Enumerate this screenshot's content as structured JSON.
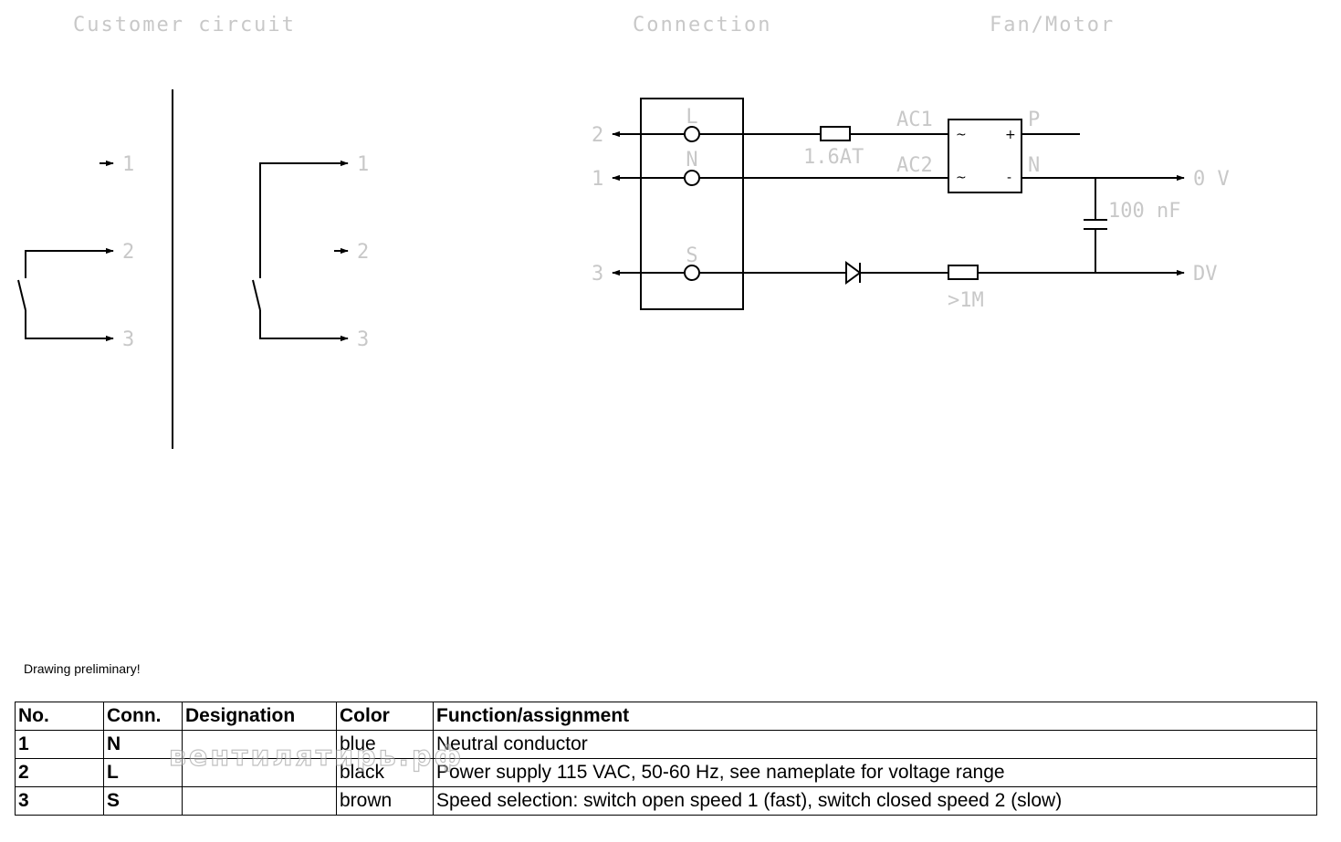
{
  "headings": {
    "customer_circuit": "Customer circuit",
    "connection": "Connection",
    "fan_motor": "Fan/Motor"
  },
  "customer_circuit": {
    "left_pins": [
      "1",
      "2",
      "3"
    ],
    "right_pins": [
      "1",
      "2",
      "3"
    ]
  },
  "connection": {
    "terminals": [
      "L",
      "N",
      "S"
    ],
    "wire_numbers": [
      "2",
      "1",
      "3"
    ],
    "fuse": "1.6AT",
    "rectifier_inputs": [
      "AC1",
      "AC2"
    ],
    "rectifier_outputs": [
      "P",
      "N"
    ],
    "capacitor": "100 nF",
    "resistor": ">1M",
    "outputs": [
      "0 V",
      "DV"
    ]
  },
  "note": "Drawing preliminary!",
  "table": {
    "headers": [
      "No.",
      "Conn.",
      "Designation",
      "Color",
      "Function/assignment"
    ],
    "rows": [
      [
        "1",
        "N",
        "",
        "blue",
        "Neutral conductor"
      ],
      [
        "2",
        "L",
        "",
        "black",
        "Power supply 115 VAC, 50-60 Hz, see nameplate for voltage range"
      ],
      [
        "3",
        "S",
        "",
        "brown",
        "Speed selection: switch open speed 1 (fast), switch closed speed 2 (slow)"
      ]
    ]
  },
  "watermark": "вентилятирь.рф"
}
